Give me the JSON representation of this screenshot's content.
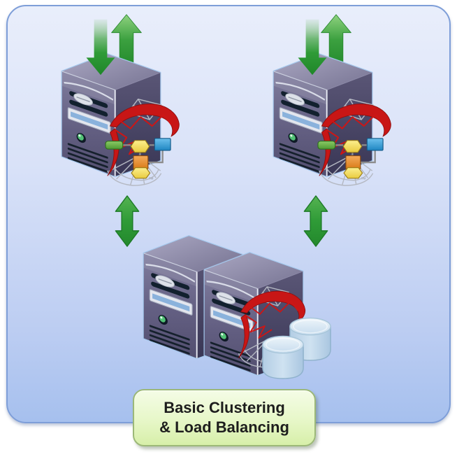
{
  "diagram": {
    "caption": {
      "line1": "Basic Clustering",
      "line2": "& Load Balancing"
    },
    "trademark": "™",
    "colors": {
      "panel_border": "#7e9ed8",
      "panel_fill_top": "#e9eefb",
      "panel_fill_bottom": "#a6c0ee",
      "arrow_green": "#2f9b37",
      "caption_fill_top": "#f4fce6",
      "caption_fill_bottom": "#d7efa9",
      "caption_border": "#9cb878",
      "caption_text": "#1d1d1d",
      "server_front": "#6b6789",
      "server_side": "#45425f",
      "server_top": "#908da9",
      "server_outline": "#a5c9ee",
      "sql_red": "#c81616",
      "wireframe_gray": "#b5b9c3",
      "cylinder_blue": "#c2d9ec",
      "led_green": "#52c276"
    },
    "nodes": [
      {
        "id": "app-server-1",
        "kind": "server-tower",
        "icons": [
          "sync-arrows-icon",
          "sql-server-logo-icon",
          "orchestration-flowchart-icon"
        ]
      },
      {
        "id": "app-server-2",
        "kind": "server-tower",
        "icons": [
          "sync-arrows-icon",
          "sql-server-logo-icon",
          "orchestration-flowchart-icon"
        ]
      },
      {
        "id": "database-cluster",
        "kind": "server-tower-pair",
        "icons": [
          "sql-server-logo-icon",
          "database-cylinders-icon"
        ]
      }
    ],
    "connections": [
      {
        "from": "app-server-1",
        "to": "database-cluster",
        "style": "double-headed-arrow"
      },
      {
        "from": "app-server-2",
        "to": "database-cluster",
        "style": "double-headed-arrow"
      }
    ]
  }
}
